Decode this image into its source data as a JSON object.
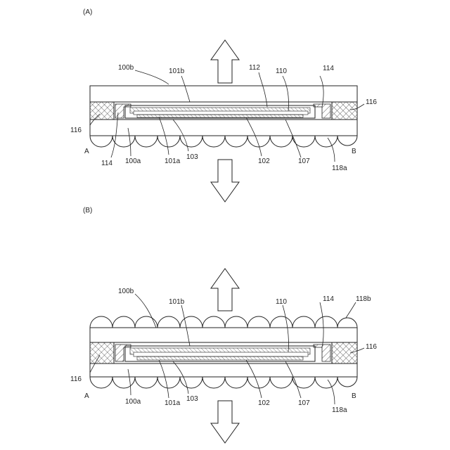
{
  "panel_a": {
    "label": "(A)",
    "refs": {
      "r100b": "100b",
      "r101b": "101b",
      "r112": "112",
      "r110": "110",
      "r114_top": "114",
      "r116_right": "116",
      "r116_left": "116",
      "rA": "A",
      "r114_bottom": "114",
      "r100a": "100a",
      "r101a": "101a",
      "r103": "103",
      "r102": "102",
      "r107": "107",
      "rB": "B",
      "r118a": "118a"
    }
  },
  "panel_b": {
    "label": "(B)",
    "refs": {
      "r100b": "100b",
      "r101b": "101b",
      "r110": "110",
      "r114": "114",
      "r118b": "118b",
      "r116_right": "116",
      "r116_left": "116",
      "rA": "A",
      "r100a": "100a",
      "r101a": "101a",
      "r103": "103",
      "r102": "102",
      "r107": "107",
      "rB": "B",
      "r118a": "118a"
    }
  },
  "colors": {
    "line": "#222222",
    "background": "#ffffff"
  }
}
